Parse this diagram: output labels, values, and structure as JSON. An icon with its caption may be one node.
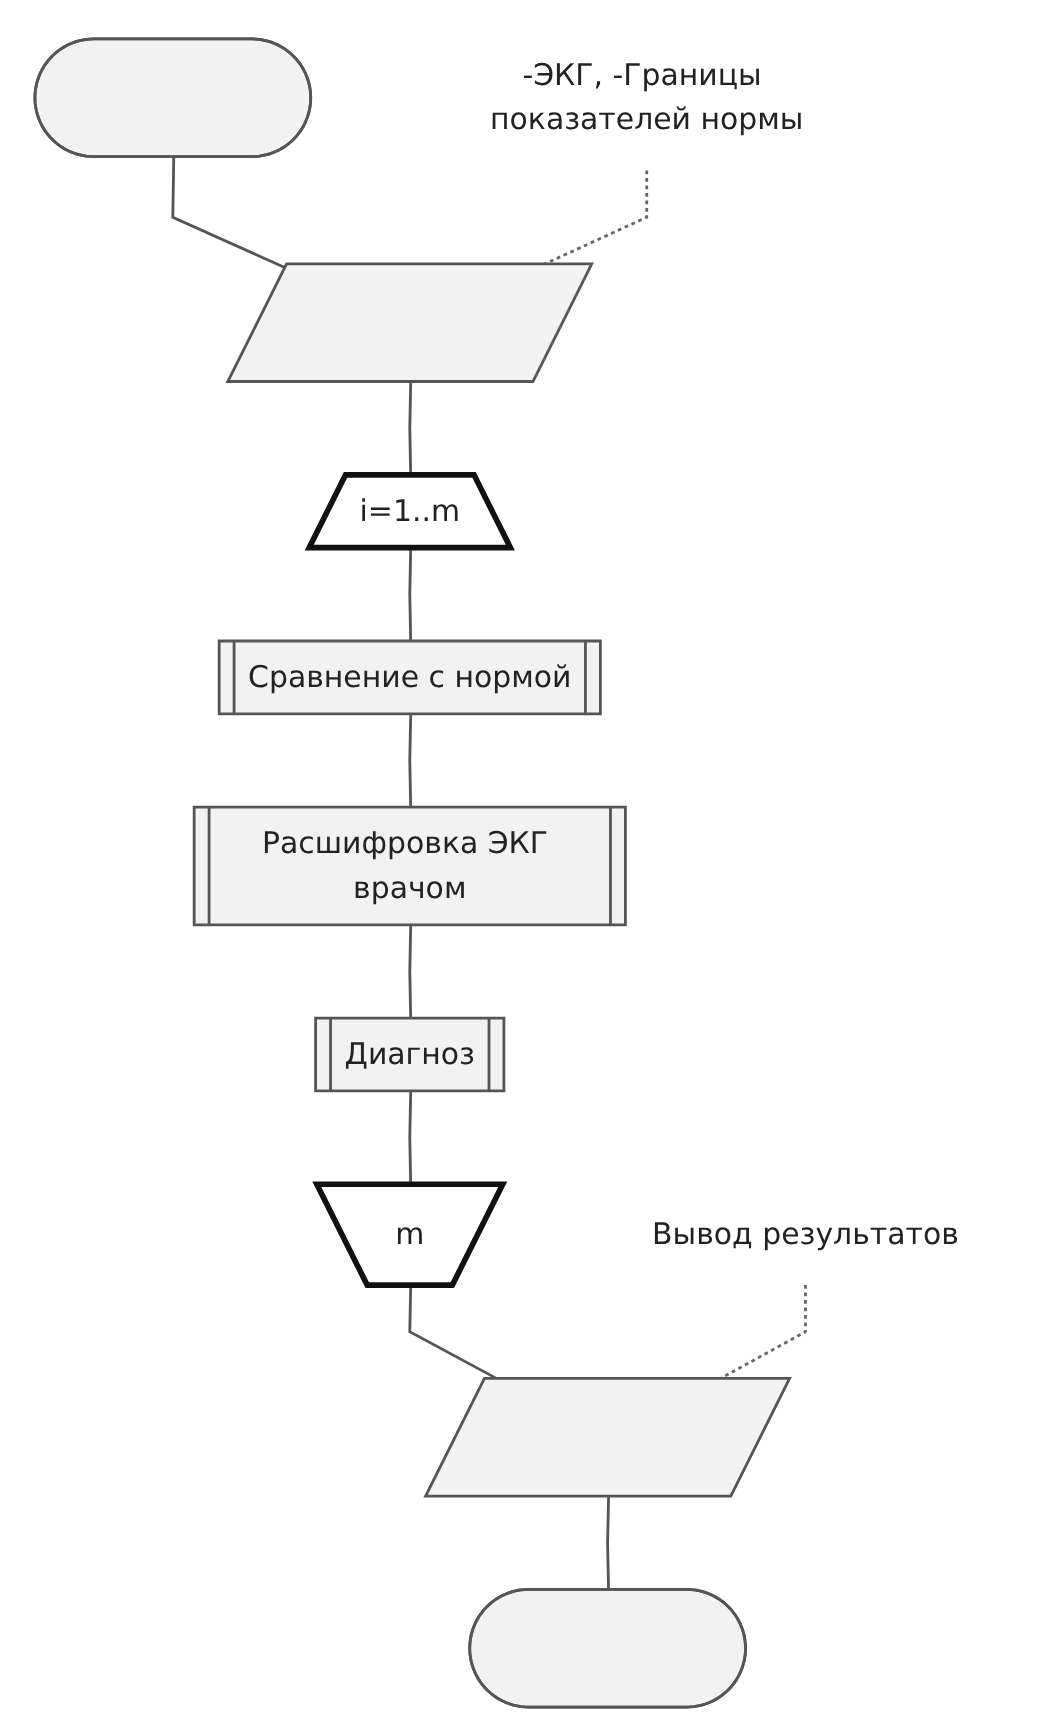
{
  "diagram": {
    "nodes": [
      {
        "text": [],
        "shape": "oval"
      },
      {
        "text": [],
        "shape": "parallelogram"
      },
      {
        "text": [
          "i=1..m"
        ]
      },
      {
        "text": [
          "Сравнение с нормой"
        ]
      },
      {
        "text": [
          "Расшифровка ЭКГ врачом"
        ]
      },
      {
        "text": [
          "Диагноз"
        ]
      },
      {
        "text": [
          "m"
        ]
      },
      {
        "text": [],
        "shape": "parallelogram"
      },
      {
        "text": [],
        "shape": "oval"
      },
      {
        "text": [
          "-ЭКГ, -Границы показателей нормы"
        ]
      },
      {
        "text": [
          "Вывод результатов"
        ]
      }
    ],
    "edges": [
      {
        "from": 0,
        "to": 1,
        "arrow": "none"
      },
      {
        "from": 1,
        "to": 2,
        "arrow": "none"
      },
      {
        "from": 2,
        "to": 3,
        "arrow": "none"
      },
      {
        "from": 3,
        "to": 4,
        "arrow": "none"
      },
      {
        "from": 4,
        "to": 5,
        "arrow": "none"
      },
      {
        "from": 5,
        "to": 6,
        "arrow": "none"
      },
      {
        "from": 6,
        "to": 7,
        "arrow": "none"
      },
      {
        "from": 7,
        "to": 8,
        "arrow": "none"
      },
      {
        "from": 9,
        "to": 1,
        "arrow": "none",
        "style": "dashed"
      },
      {
        "from": 10,
        "to": 7,
        "arrow": "none",
        "style": "dashed"
      }
    ]
  }
}
